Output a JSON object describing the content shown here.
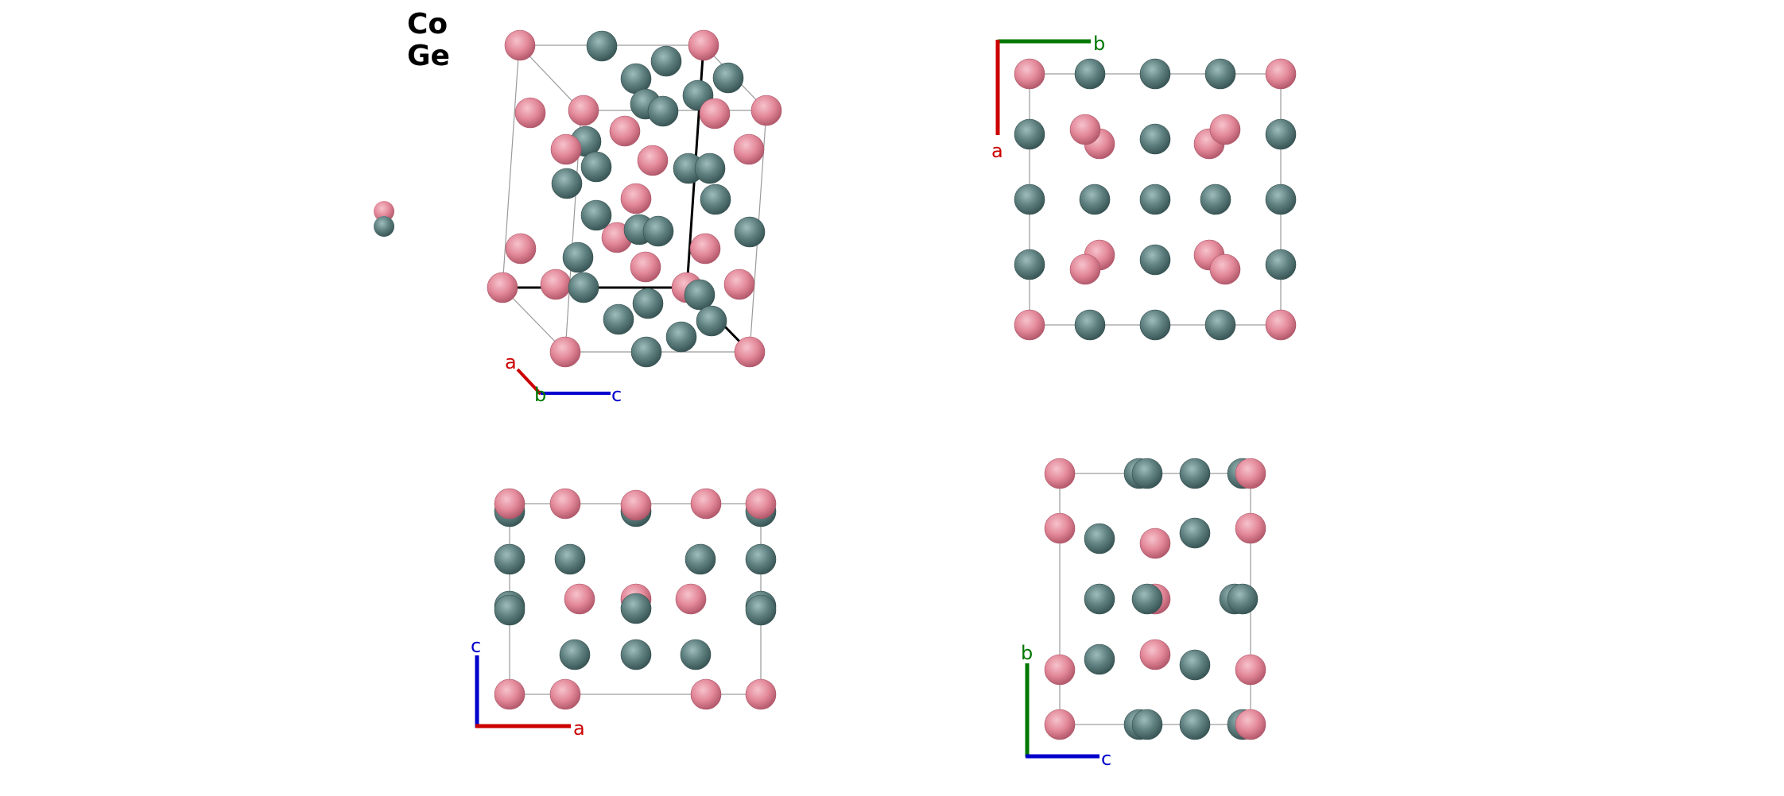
{
  "colors": {
    "co": "#e68a9a",
    "ge": "#5f7f7f",
    "axis_a": "#cc0000",
    "axis_b": "#007700",
    "axis_c": "#0000cc",
    "cell_edge": "#9a9a9a",
    "bold_edge": "#000000"
  },
  "legend": [
    {
      "element": "Co",
      "color": "co"
    },
    {
      "element": "Ge",
      "color": "ge"
    }
  ],
  "views": [
    {
      "id": "perspective",
      "axes": [
        "a",
        "b",
        "c"
      ]
    },
    {
      "id": "along-c",
      "axes": [
        "a",
        "b"
      ]
    },
    {
      "id": "along-b",
      "axes": [
        "c",
        "a"
      ]
    },
    {
      "id": "along-a",
      "axes": [
        "b",
        "c"
      ]
    }
  ]
}
